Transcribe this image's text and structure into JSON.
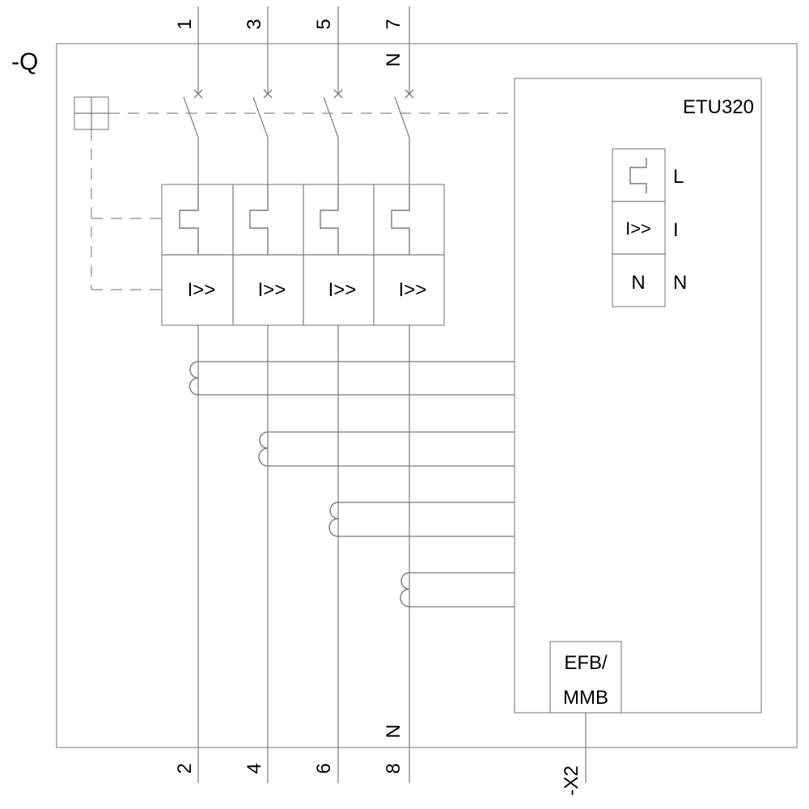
{
  "device_label": "-Q",
  "top_terminals": [
    "1",
    "3",
    "5",
    "7"
  ],
  "top_neutral_label": "N",
  "bottom_terminals": [
    "2",
    "4",
    "6",
    "8"
  ],
  "bottom_neutral_label": "N",
  "overcurrent_labels": [
    "I>>",
    "I>>",
    "I>>",
    "I>>"
  ],
  "trip_unit": {
    "name": "ETU320",
    "legend": [
      {
        "symbol": "",
        "label": "L",
        "icon": "overload-release-icon"
      },
      {
        "symbol": "I>>",
        "label": "I"
      },
      {
        "symbol": "N",
        "label": "N"
      }
    ]
  },
  "efb_module": {
    "line1": "EFB/",
    "line2": "MMB"
  },
  "connector_label": "-X2"
}
